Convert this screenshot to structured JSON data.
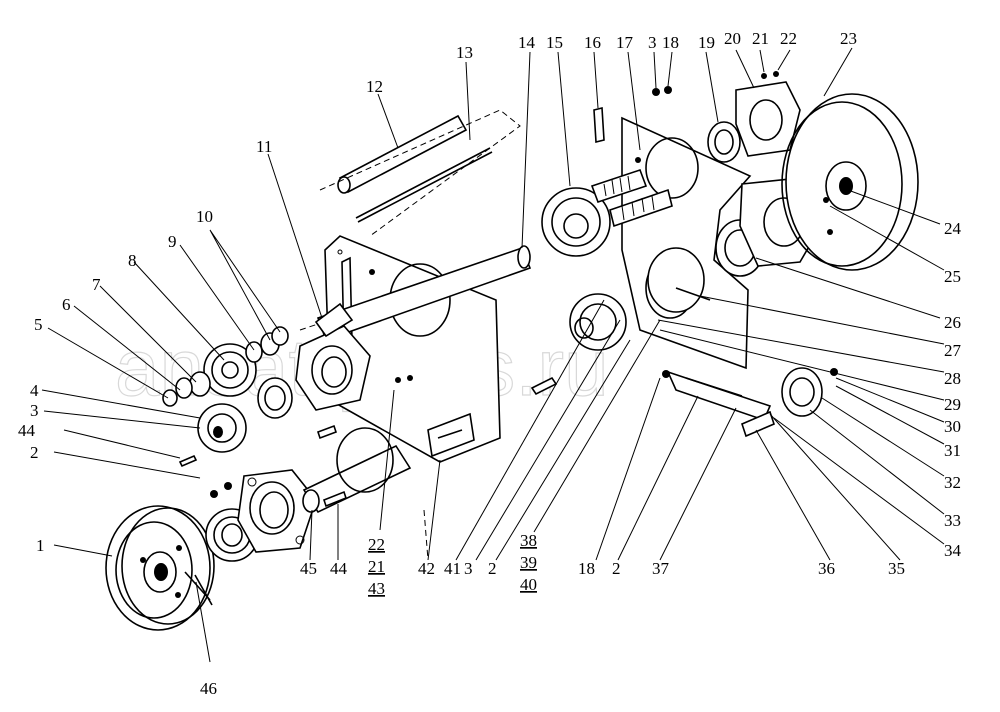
{
  "watermark": "ansat-parts.ru",
  "callouts": [
    {
      "id": "1",
      "text": "1"
    },
    {
      "id": "2a",
      "text": "2"
    },
    {
      "id": "3a",
      "text": "3"
    },
    {
      "id": "44a",
      "text": "44"
    },
    {
      "id": "4",
      "text": "4"
    },
    {
      "id": "5",
      "text": "5"
    },
    {
      "id": "6",
      "text": "6"
    },
    {
      "id": "7",
      "text": "7"
    },
    {
      "id": "8",
      "text": "8"
    },
    {
      "id": "9",
      "text": "9"
    },
    {
      "id": "10",
      "text": "10"
    },
    {
      "id": "11",
      "text": "11"
    },
    {
      "id": "12",
      "text": "12"
    },
    {
      "id": "13",
      "text": "13"
    },
    {
      "id": "14",
      "text": "14"
    },
    {
      "id": "15",
      "text": "15"
    },
    {
      "id": "16",
      "text": "16"
    },
    {
      "id": "17",
      "text": "17"
    },
    {
      "id": "3b",
      "text": "3"
    },
    {
      "id": "18a",
      "text": "18"
    },
    {
      "id": "19",
      "text": "19"
    },
    {
      "id": "20",
      "text": "20"
    },
    {
      "id": "21a",
      "text": "21"
    },
    {
      "id": "22a",
      "text": "22"
    },
    {
      "id": "23",
      "text": "23"
    },
    {
      "id": "24",
      "text": "24"
    },
    {
      "id": "25",
      "text": "25"
    },
    {
      "id": "26",
      "text": "26"
    },
    {
      "id": "27",
      "text": "27"
    },
    {
      "id": "28",
      "text": "28"
    },
    {
      "id": "29",
      "text": "29"
    },
    {
      "id": "30",
      "text": "30"
    },
    {
      "id": "31",
      "text": "31"
    },
    {
      "id": "32",
      "text": "32"
    },
    {
      "id": "33",
      "text": "33"
    },
    {
      "id": "34",
      "text": "34"
    },
    {
      "id": "35",
      "text": "35"
    },
    {
      "id": "36",
      "text": "36"
    },
    {
      "id": "37",
      "text": "37"
    },
    {
      "id": "2b",
      "text": "2"
    },
    {
      "id": "18b",
      "text": "18"
    },
    {
      "id": "38",
      "text": "38"
    },
    {
      "id": "39",
      "text": "39"
    },
    {
      "id": "40",
      "text": "40"
    },
    {
      "id": "2c",
      "text": "2"
    },
    {
      "id": "3c",
      "text": "3"
    },
    {
      "id": "41",
      "text": "41"
    },
    {
      "id": "42",
      "text": "42"
    },
    {
      "id": "22b",
      "text": "22"
    },
    {
      "id": "21b",
      "text": "21"
    },
    {
      "id": "43",
      "text": "43"
    },
    {
      "id": "44b",
      "text": "44"
    },
    {
      "id": "45",
      "text": "45"
    },
    {
      "id": "46",
      "text": "46"
    }
  ]
}
